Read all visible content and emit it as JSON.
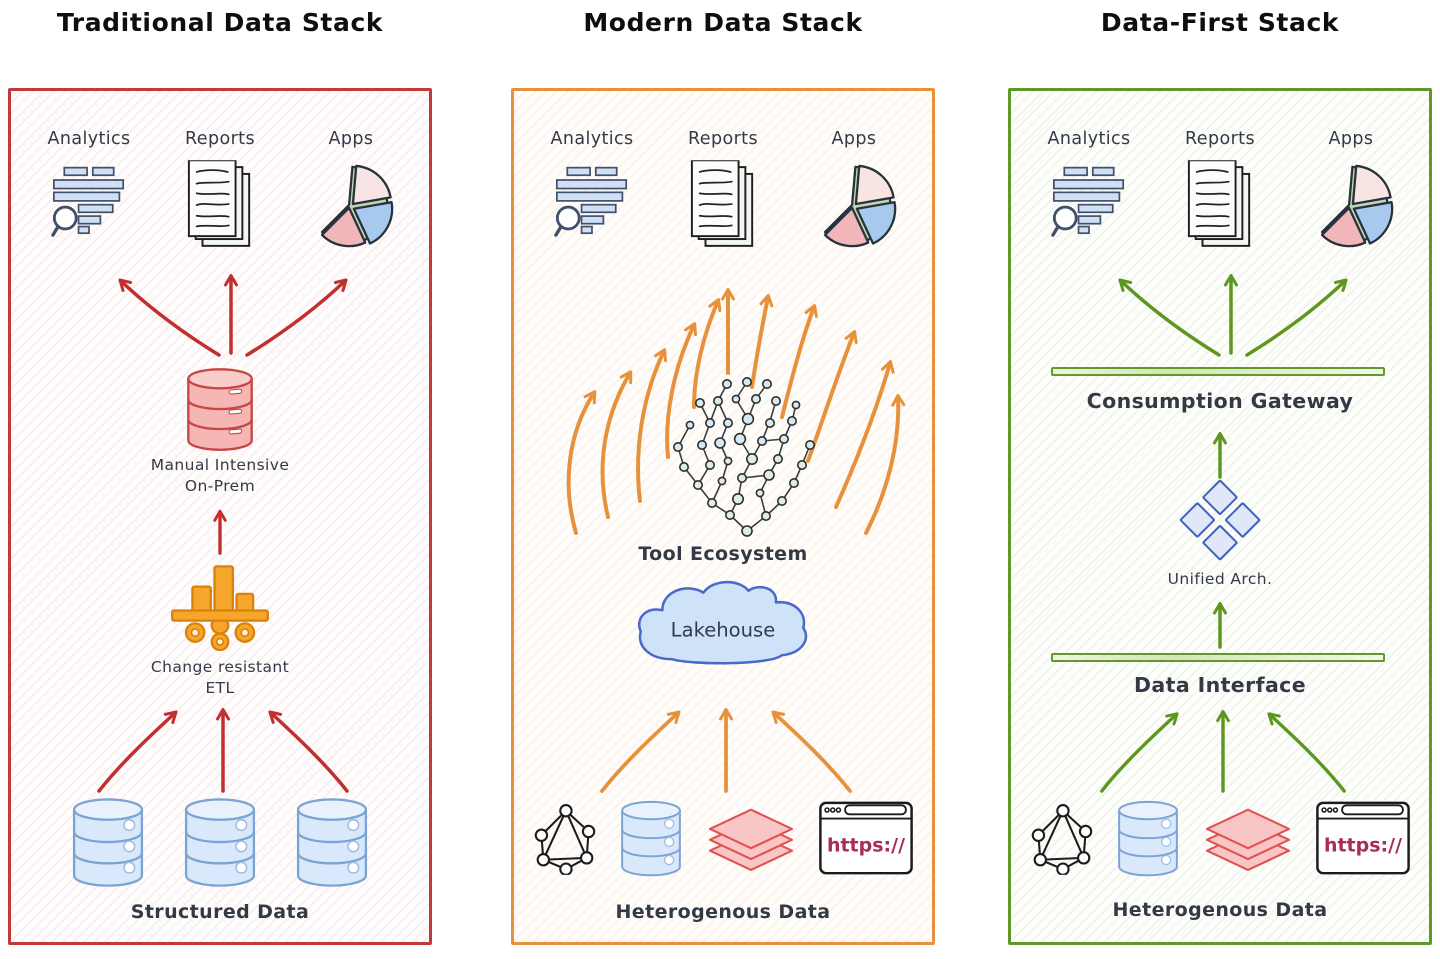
{
  "titles": {
    "traditional": "Traditional Data Stack",
    "modern": "Modern Data Stack",
    "datafirst": "Data-First Stack"
  },
  "top_row": {
    "analytics": "Analytics",
    "reports": "Reports",
    "apps": "Apps"
  },
  "traditional": {
    "db_label1": "Manual Intensive",
    "db_label2": "On-Prem",
    "etl_label1": "Change resistant",
    "etl_label2": "ETL",
    "bottom_label": "Structured Data"
  },
  "modern": {
    "ecosystem_label": "Tool Ecosystem",
    "lakehouse_label": "Lakehouse",
    "browser_text": "https://",
    "bottom_label": "Heterogenous Data"
  },
  "datafirst": {
    "gateway_label": "Consumption Gateway",
    "unified_label": "Unified Arch.",
    "interface_label": "Data Interface",
    "browser_text": "https://",
    "bottom_label": "Heterogenous Data"
  },
  "colors": {
    "traditional_accent": "#c13a3a",
    "modern_accent": "#e8913c",
    "datafirst_accent": "#5f9a28",
    "database_blue": "#d9e8fa",
    "database_red": "#f6b7b4",
    "https_text": "#a82c58"
  }
}
